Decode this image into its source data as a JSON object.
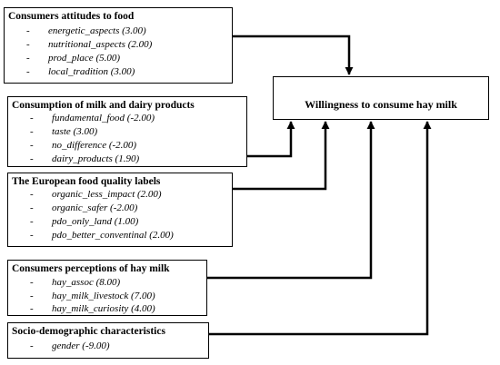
{
  "target": {
    "label": "Willingness to consume hay milk"
  },
  "groups": [
    {
      "title": "Consumers attitudes to food",
      "items": [
        {
          "bullet": "-",
          "text": "energetic_aspects (3.00)"
        },
        {
          "bullet": "-",
          "text": "nutritional_aspects (2.00)"
        },
        {
          "bullet": "-",
          "text": "prod_place (5.00)"
        },
        {
          "bullet": "-",
          "text": "local_tradition (3.00)"
        }
      ]
    },
    {
      "title": "Consumption of milk and dairy products",
      "items": [
        {
          "bullet": "-",
          "text": "fundamental_food (-2.00)"
        },
        {
          "bullet": "-",
          "text": "taste (3.00)"
        },
        {
          "bullet": "-",
          "text": "no_difference (-2.00)"
        },
        {
          "bullet": "-",
          "text": "dairy_products (1.90)"
        }
      ]
    },
    {
      "title": "The European food quality labels",
      "items": [
        {
          "bullet": "-",
          "text": "organic_less_impact (2.00)"
        },
        {
          "bullet": "-",
          "text": "organic_safer (-2.00)"
        },
        {
          "bullet": "-",
          "text": "pdo_only_land (1.00)"
        },
        {
          "bullet": "-",
          "text": "pdo_better_conventinal (2.00)"
        }
      ]
    },
    {
      "title": "Consumers perceptions of hay milk",
      "items": [
        {
          "bullet": "-",
          "text": "hay_assoc (8.00)"
        },
        {
          "bullet": "-",
          "text": "hay_milk_livestock (7.00)"
        },
        {
          "bullet": "-",
          "text": "hay_milk_curiosity (4.00)"
        }
      ]
    },
    {
      "title": "Socio-demographic characteristics",
      "items": [
        {
          "bullet": "-",
          "text": "gender (-9.00)"
        }
      ]
    }
  ]
}
